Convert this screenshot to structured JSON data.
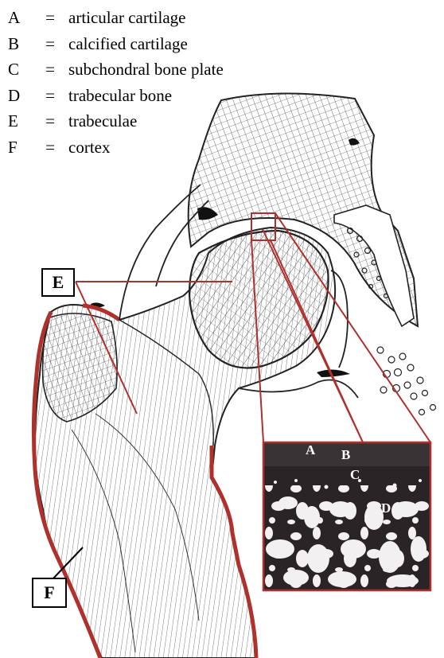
{
  "legend": [
    {
      "key": "A",
      "eq": "=",
      "text": "articular cartilage"
    },
    {
      "key": "B",
      "eq": "=",
      "text": "calcified cartilage"
    },
    {
      "key": "C",
      "eq": "=",
      "text": "subchondral bone plate"
    },
    {
      "key": "D",
      "eq": "=",
      "text": "trabecular bone"
    },
    {
      "key": "E",
      "eq": "=",
      "text": "trabeculae"
    },
    {
      "key": "F",
      "eq": "=",
      "text": "cortex"
    }
  ],
  "callouts": {
    "e": "E",
    "f": "F"
  },
  "inset_labels": {
    "a": "A",
    "b": "B",
    "c": "C",
    "d": "D"
  },
  "colors": {
    "outline": "#b0302c",
    "ink": "#1a1a1a",
    "inset_dark": "#2b2426"
  }
}
